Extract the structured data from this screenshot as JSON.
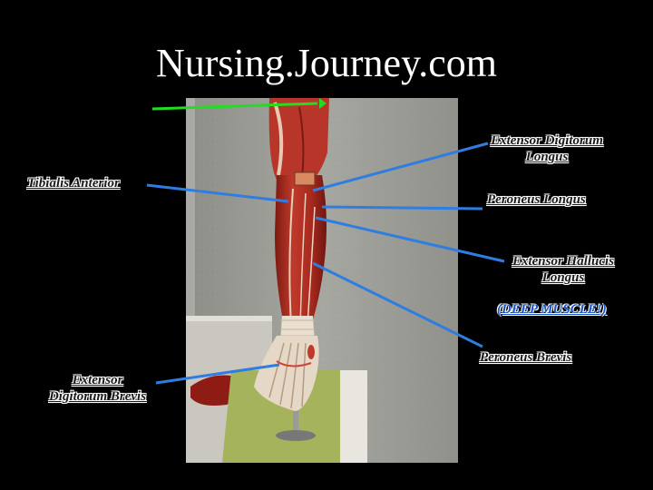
{
  "title": "Nursing.Journey.com",
  "labels": {
    "extensor_digitorum_longus": "Extensor Digitorum\nLongus",
    "tibialis_anterior": "Tibialis Anterior",
    "peroneus_longus": "Peroneus Longus",
    "extensor_hallucis_longus": "Extensor Hallucis\nLongus",
    "deep_muscle": "(DEEP MUSCLE!)",
    "peroneus_brevis": "Peroneus Brevis",
    "extensor_digitorum_brevis": "Extensor\nDigitorum Brevis"
  },
  "colors": {
    "background": "#000000",
    "title": "#ffffff",
    "pointer": "#2f7de1",
    "top_pointer": "#22dd22",
    "muscle": "#b3281e",
    "tendon": "#f2e6d6",
    "wall": "#9fa09a",
    "base": "#a5b35c"
  }
}
